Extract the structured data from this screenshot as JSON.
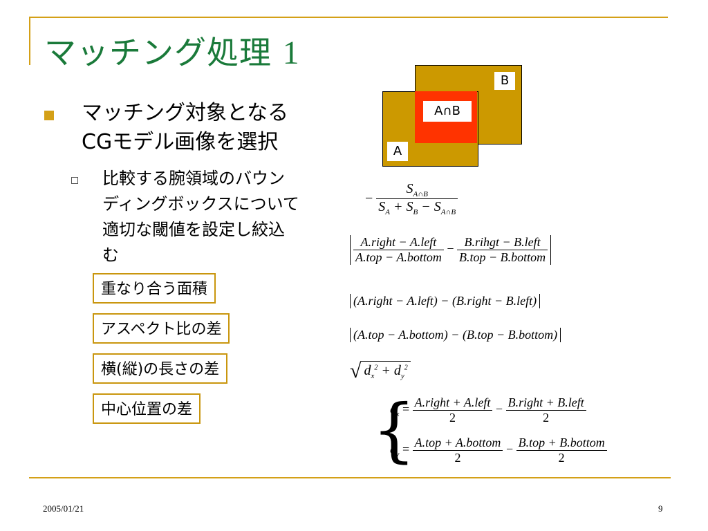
{
  "title": {
    "text": "マッチング処理",
    "number": "1"
  },
  "bullet1": {
    "line1": "マッチング対象となる",
    "line2": "CGモデル画像を選択"
  },
  "bullet2": {
    "line1": "比較する腕領域のバウン",
    "line2": "ディングボックスについて",
    "line3": "適切な閾値を設定し絞込",
    "line4": "む"
  },
  "criteria": [
    "重なり合う面積",
    "アスペクト比の差",
    "横(縦)の長さの差",
    "中心位置の差"
  ],
  "diagram": {
    "label_a": "A",
    "label_b": "B",
    "label_ab": "A∩B",
    "colors": {
      "rect": "#cc9900",
      "overlap": "#ff3300"
    }
  },
  "formulas": {
    "f1_minus": "−",
    "f1_num": "S",
    "f1_num_sub": "A∩B",
    "f1_den": "S",
    "f1_den_sub_a": "A",
    "f1_den_mid": "+ S",
    "f1_den_sub_b": "B",
    "f1_den_end": "− S",
    "f1_den_sub_ab": "A∩B",
    "f2_n1": "A.right − A.left",
    "f2_d1": "A.top − A.bottom",
    "f2_mid": "−",
    "f2_n2": "B.rihgt − B.left",
    "f2_d2": "B.top − B.bottom",
    "f3": "(A.right − A.left) − (B.right − B.left)",
    "f4": "(A.top − A.bottom) − (B.top − B.bottom)",
    "f5_d1": "d",
    "f5_s1": "x",
    "f5_p1": "2",
    "f5_plus": "+ d",
    "f5_s2": "y",
    "f5_p2": "2",
    "dx_lhs": "d",
    "dx_sub": "x",
    "dx_eq": "=",
    "dx_n1": "A.right + A.left",
    "dx_d1": "2",
    "dx_mid": "−",
    "dx_n2": "B.right + B.left",
    "dx_d2": "2",
    "dy_lhs": "d",
    "dy_sub": "y",
    "dy_eq": "=",
    "dy_n1": "A.top + A.bottom",
    "dy_d1": "2",
    "dy_mid": "−",
    "dy_n2": "B.top + B.bottom",
    "dy_d2": "2"
  },
  "footer": {
    "date": "2005/01/21",
    "page": "9"
  }
}
